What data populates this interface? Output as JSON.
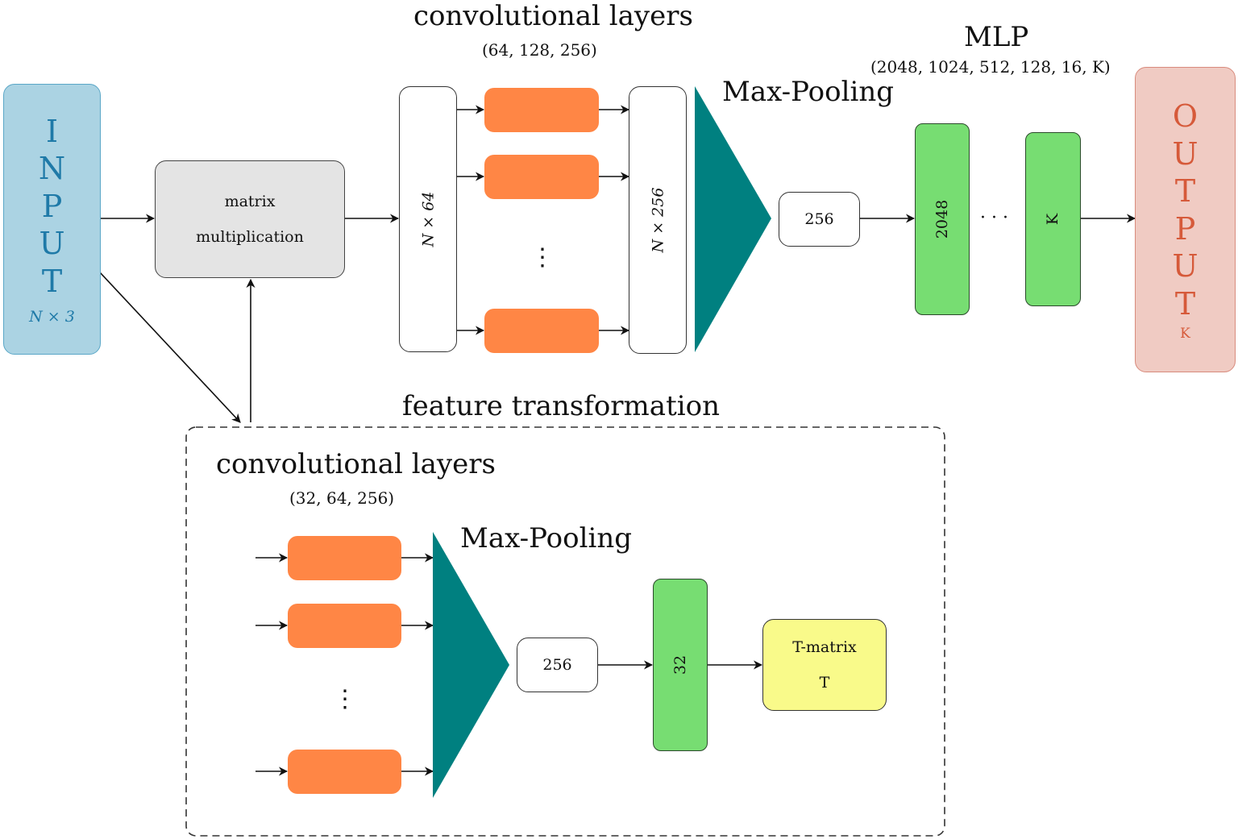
{
  "input": {
    "letters": [
      "I",
      "N",
      "P",
      "U",
      "T"
    ],
    "dims": "N × 3",
    "color": "#abd3e3"
  },
  "matmul": {
    "line1": "matrix",
    "line2": "multiplication"
  },
  "main_conv": {
    "title": "convolutional layers",
    "sizes": "(64, 128, 256)",
    "in_label": "N × 64",
    "out_label": "N × 256",
    "dots": "⋮"
  },
  "main_pool": {
    "title": "Max-Pooling",
    "vector": "256"
  },
  "mlp": {
    "title": "MLP",
    "sizes": "(2048, 1024, 512, 128, 16, K)",
    "first": "2048",
    "dots": "· · ·",
    "last": "K"
  },
  "output": {
    "letters": [
      "O",
      "U",
      "T",
      "P",
      "U",
      "T"
    ],
    "dims": "K",
    "color": "#f0cbc3"
  },
  "feature": {
    "title": "feature transformation",
    "conv_title": "convolutional layers",
    "conv_sizes": "(32, 64, 256)",
    "dots": "⋮",
    "pool_title": "Max-Pooling",
    "vector": "256",
    "fc": "32",
    "tmatrix_line1": "T-matrix",
    "tmatrix_line2": "T"
  },
  "colors": {
    "conv_block": "#ff8645",
    "pool_triangle": "#008080",
    "mlp_layer": "#77dd72",
    "tmatrix": "#f9fa8a"
  }
}
